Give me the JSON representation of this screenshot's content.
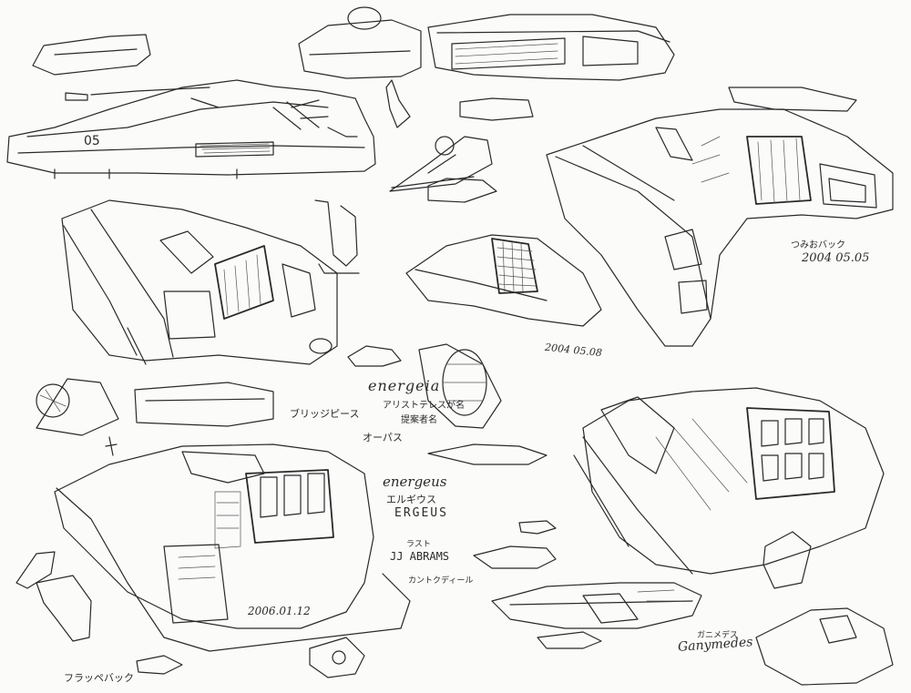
{
  "sketch": {
    "hull_number": "05",
    "dates": {
      "date_a": "2004 05.05",
      "date_b": "2004 05.08",
      "date_c": "2006.01.12"
    },
    "names": {
      "energeia": "energeia",
      "energeus": "energeus",
      "ergeus": "ERGEUS",
      "jj_abrams": "JJ ABRAMS",
      "ganymedes": "Ganymedes"
    },
    "japanese_notes": {
      "note_arrow_piece": "ブリッジピース",
      "note_aristotle": "アリストテレスが名",
      "note_proposer": "提案者名",
      "note_tsumi": "つみおバック",
      "note_ergeus_kana": "エルギウス",
      "note_opus": "オーパス",
      "note_fluff_back": "フラッペバック",
      "note_ganymedes_kana": "ガニメデス",
      "note_last": "ラスト",
      "note_director": "カントクディール"
    }
  }
}
